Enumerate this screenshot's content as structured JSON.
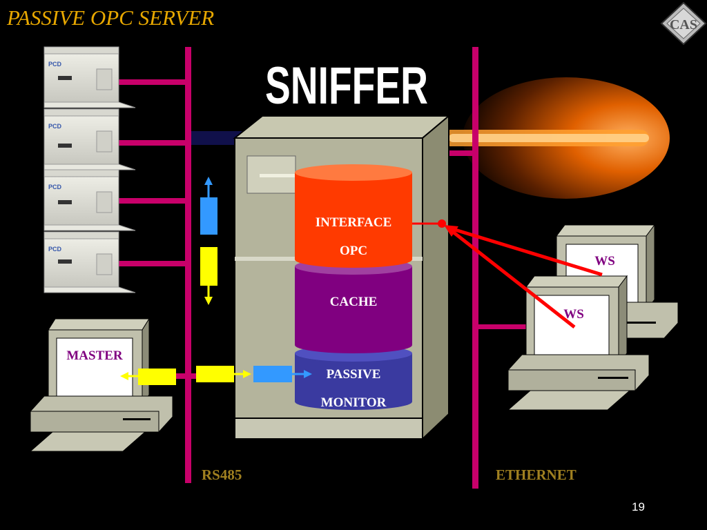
{
  "title": "PASSIVE OPC SERVER",
  "logo": "CAS",
  "sniffer_label": "SNIFFER",
  "server": {
    "interface_line1": "INTERFACE",
    "interface_line2": "OPC",
    "cache": "CACHE",
    "monitor_line1": "PASSIVE",
    "monitor_line2": "MONITOR"
  },
  "master_label": "MASTER",
  "workstations": [
    "WS",
    "WS"
  ],
  "buses": {
    "left": "RS485",
    "right": "ETHERNET"
  },
  "page_number": "19",
  "colors": {
    "title": "#e8a800",
    "bus": "#c8006a",
    "interface_cylinder": "#ff3a00",
    "cache_cylinder": "#800080",
    "monitor_cylinder": "#3a3aa0",
    "arrow_red": "#ff0000",
    "arrow_yellow": "#ffff00",
    "arrow_blue": "#3399ff"
  }
}
